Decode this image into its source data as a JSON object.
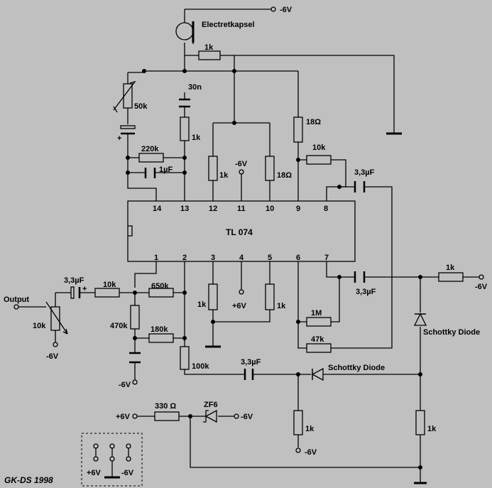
{
  "title": "",
  "ic": {
    "name": "TL 074",
    "pins": [
      "1",
      "2",
      "3",
      "4",
      "5",
      "6",
      "7",
      "8",
      "9",
      "10",
      "11",
      "12",
      "13",
      "14"
    ]
  },
  "labels": {
    "neg6v": "-6V",
    "pos6v": "+6V",
    "electret": "Electretkapsel",
    "output": "Output",
    "schottky": "Schottky Diode",
    "zener": "ZF6",
    "plus": "+",
    "copyright": "GK-DS 1998"
  },
  "values": {
    "r1k": "1k",
    "r18": "18Ω",
    "r10k": "10k",
    "r50k": "50k",
    "r220k": "220k",
    "r650k": "650k",
    "r470k": "470k",
    "r180k": "180k",
    "r100k": "100k",
    "r1M": "1M",
    "r47k": "47k",
    "r330": "330 Ω",
    "c30n": "30n",
    "c1u": "1µF",
    "c33u": "3,3µF"
  }
}
